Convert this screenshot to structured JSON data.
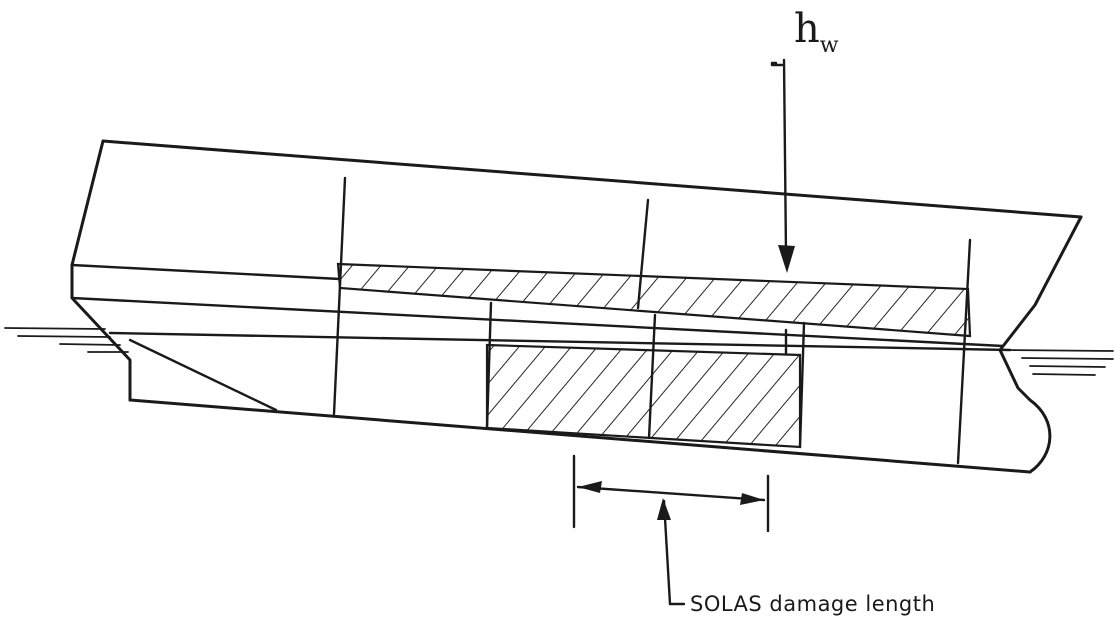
{
  "labels": {
    "water_head_symbol": "h",
    "water_head_subscript": "w",
    "damage_length": "SOLAS damage length"
  }
}
